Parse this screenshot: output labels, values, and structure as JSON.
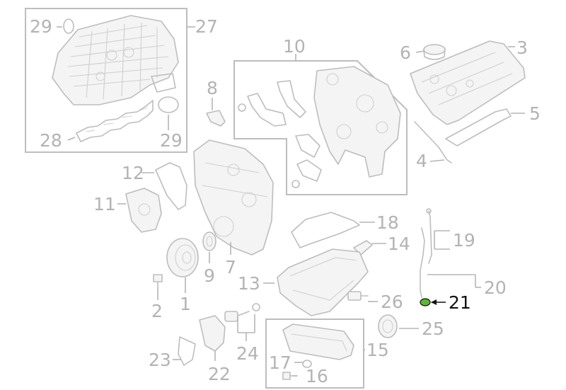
{
  "diagram": {
    "highlight_color": "#5cb832",
    "callouts": [
      {
        "id": "29a",
        "text": "29"
      },
      {
        "id": "27",
        "text": "27"
      },
      {
        "id": "28",
        "text": "28"
      },
      {
        "id": "29b",
        "text": "29"
      },
      {
        "id": "10",
        "text": "10"
      },
      {
        "id": "6",
        "text": "6"
      },
      {
        "id": "3",
        "text": "3"
      },
      {
        "id": "8",
        "text": "8"
      },
      {
        "id": "5",
        "text": "5"
      },
      {
        "id": "4",
        "text": "4"
      },
      {
        "id": "12",
        "text": "12"
      },
      {
        "id": "11",
        "text": "11"
      },
      {
        "id": "18",
        "text": "18"
      },
      {
        "id": "14",
        "text": "14"
      },
      {
        "id": "19",
        "text": "19"
      },
      {
        "id": "9",
        "text": "9"
      },
      {
        "id": "7",
        "text": "7"
      },
      {
        "id": "13",
        "text": "13"
      },
      {
        "id": "20",
        "text": "20"
      },
      {
        "id": "21",
        "text": "21",
        "highlighted": true
      },
      {
        "id": "2",
        "text": "2"
      },
      {
        "id": "1",
        "text": "1"
      },
      {
        "id": "26",
        "text": "26"
      },
      {
        "id": "25",
        "text": "25"
      },
      {
        "id": "24",
        "text": "24"
      },
      {
        "id": "15",
        "text": "15"
      },
      {
        "id": "17",
        "text": "17"
      },
      {
        "id": "16",
        "text": "16"
      },
      {
        "id": "23",
        "text": "23"
      },
      {
        "id": "22",
        "text": "22"
      }
    ]
  }
}
